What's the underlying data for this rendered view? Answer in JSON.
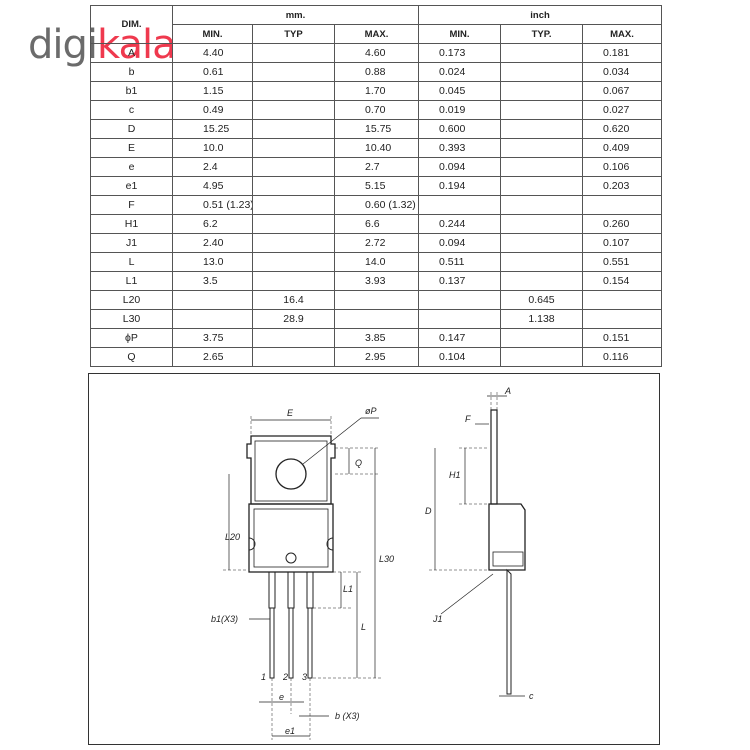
{
  "logo": {
    "part1": "digi",
    "part2": "kala"
  },
  "table": {
    "header": {
      "dim": "DIM.",
      "mm": "mm.",
      "inch": "inch",
      "sub": [
        "MIN.",
        "TYP",
        "MAX.",
        "MIN.",
        "TYP.",
        "MAX."
      ]
    },
    "rows": [
      [
        "A",
        "4.40",
        "",
        "4.60",
        "0.173",
        "",
        "0.181"
      ],
      [
        "b",
        "0.61",
        "",
        "0.88",
        "0.024",
        "",
        "0.034"
      ],
      [
        "b1",
        "1.15",
        "",
        "1.70",
        "0.045",
        "",
        "0.067"
      ],
      [
        "c",
        "0.49",
        "",
        "0.70",
        "0.019",
        "",
        "0.027"
      ],
      [
        "D",
        "15.25",
        "",
        "15.75",
        "0.600",
        "",
        "0.620"
      ],
      [
        "E",
        "10.0",
        "",
        "10.40",
        "0.393",
        "",
        "0.409"
      ],
      [
        "e",
        "2.4",
        "",
        "2.7",
        "0.094",
        "",
        "0.106"
      ],
      [
        "e1",
        "4.95",
        "",
        "5.15",
        "0.194",
        "",
        "0.203"
      ],
      [
        "F",
        "0.51 (1.23)",
        "",
        "0.60 (1.32)",
        "",
        "",
        ""
      ],
      [
        "H1",
        "6.2",
        "",
        "6.6",
        "0.244",
        "",
        "0.260"
      ],
      [
        "J1",
        "2.40",
        "",
        "2.72",
        "0.094",
        "",
        "0.107"
      ],
      [
        "L",
        "13.0",
        "",
        "14.0",
        "0.511",
        "",
        "0.551"
      ],
      [
        "L1",
        "3.5",
        "",
        "3.93",
        "0.137",
        "",
        "0.154"
      ],
      [
        "L20",
        "",
        "16.4",
        "",
        "",
        "0.645",
        ""
      ],
      [
        "L30",
        "",
        "28.9",
        "",
        "",
        "1.138",
        ""
      ],
      [
        "ϕP",
        "3.75",
        "",
        "3.85",
        "0.147",
        "",
        "0.151"
      ],
      [
        "Q",
        "2.65",
        "",
        "2.95",
        "0.104",
        "",
        "0.116"
      ]
    ]
  },
  "drawing": {
    "labels": {
      "E": "E",
      "phiP": "øP",
      "Q": "Q",
      "L20": "L20",
      "L30": "L30",
      "L1": "L1",
      "L": "L",
      "b1": "b1(X3)",
      "e": "e",
      "e1": "e1",
      "b": "b (X3)",
      "A": "A",
      "F": "F",
      "H1": "H1",
      "D": "D",
      "J1": "J1",
      "c": "c",
      "pin1": "1",
      "pin2": "2",
      "pin3": "3"
    }
  }
}
